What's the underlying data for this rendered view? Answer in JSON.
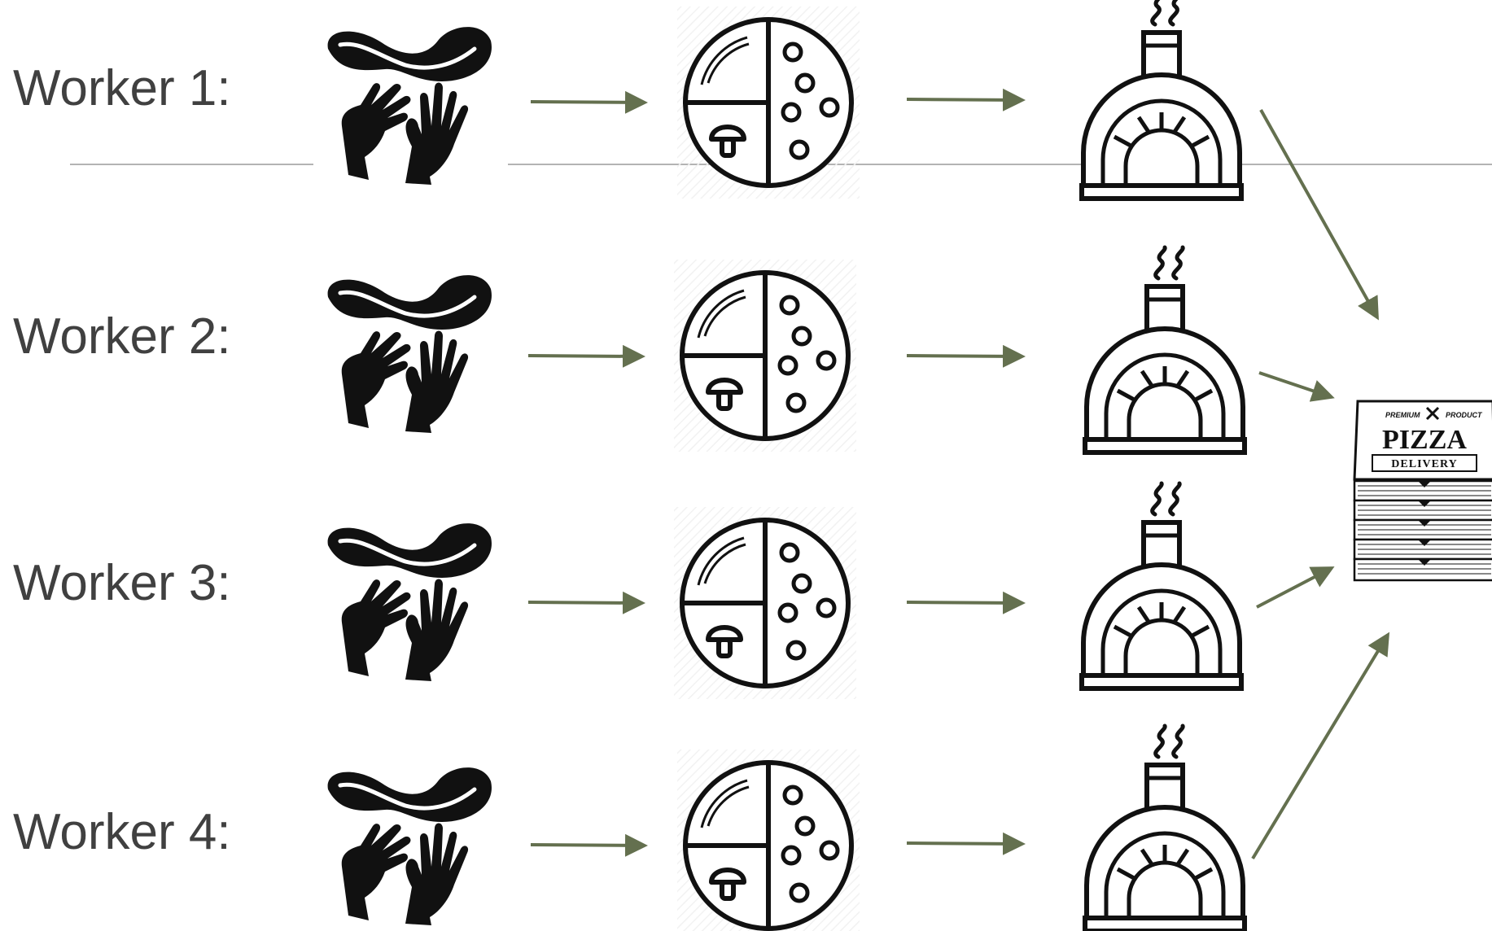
{
  "workers": [
    {
      "label": "Worker 1:"
    },
    {
      "label": "Worker 2:"
    },
    {
      "label": "Worker 3:"
    },
    {
      "label": "Worker 4:"
    }
  ],
  "stages": [
    "dough-tossing-icon",
    "pizza-toppings-icon",
    "pizza-oven-icon"
  ],
  "delivery_box": {
    "top_left": "PREMIUM",
    "top_right": "PRODUCT",
    "title": "PIZZA",
    "subtitle": "DELIVERY"
  },
  "colors": {
    "arrow": "#64704f",
    "label_text": "#404040",
    "icon": "#111111",
    "divider": "#9a9a9a"
  }
}
